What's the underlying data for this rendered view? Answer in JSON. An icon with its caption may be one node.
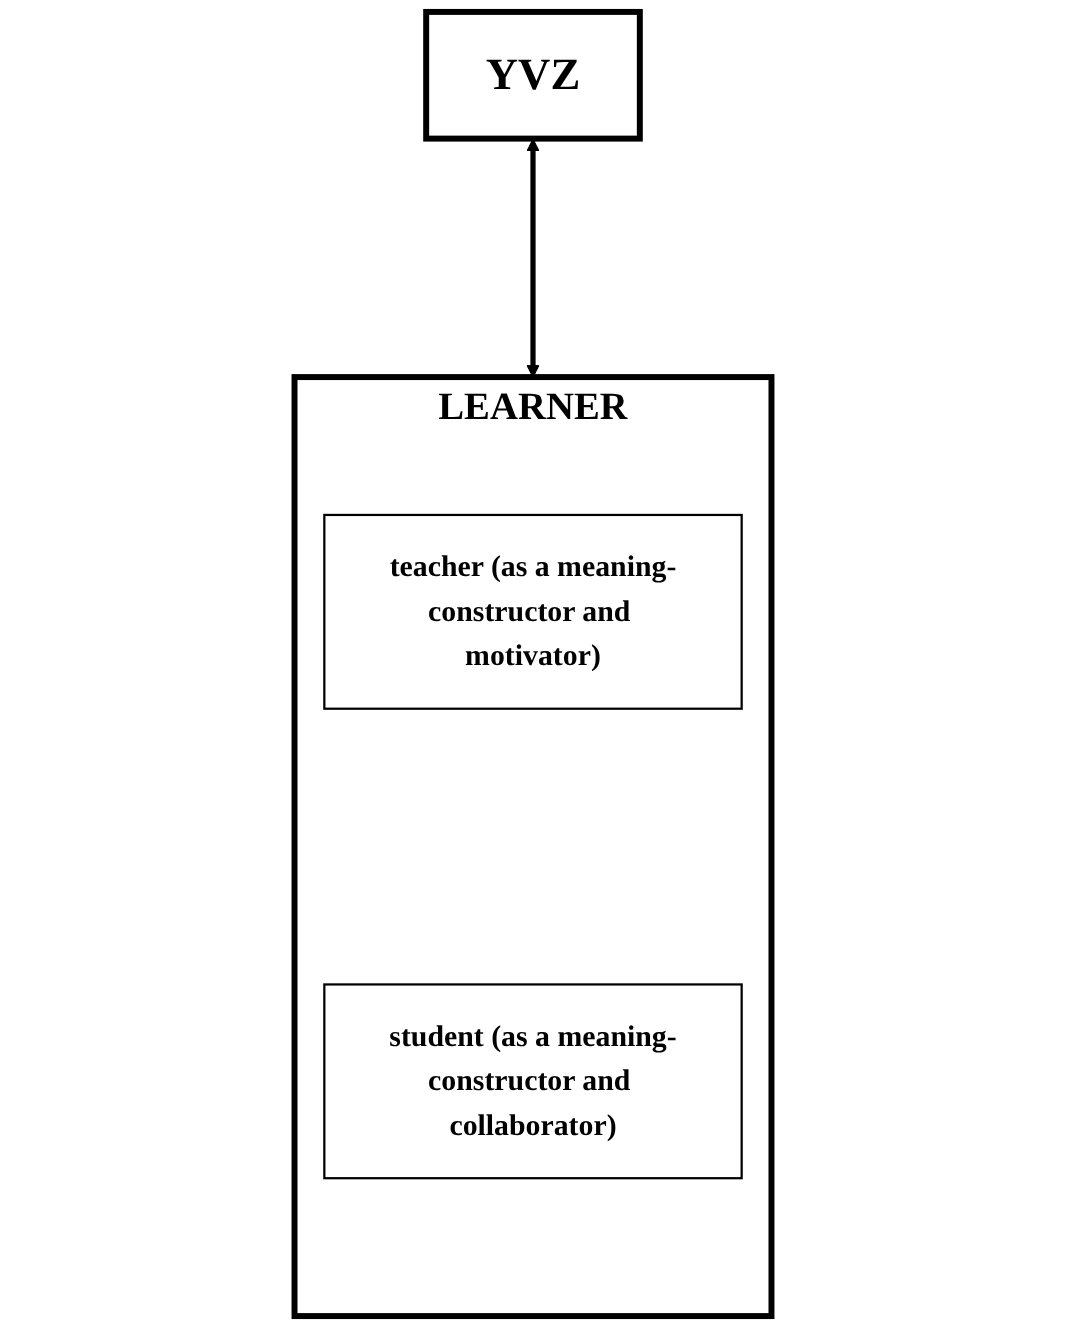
{
  "diagram": {
    "nodes": [
      {
        "text": [
          "YVZ"
        ]
      },
      {
        "text": [
          "LEARNER"
        ]
      },
      {
        "text": [
          "teacher (as a meaning-constructor and motivator)"
        ],
        "in": 1
      },
      {
        "text": [
          "student (as a meaning-constructor and collaborator)"
        ],
        "in": 1
      }
    ],
    "edges": [
      {
        "from": 0,
        "to": 1,
        "arrow": "both"
      }
    ]
  }
}
